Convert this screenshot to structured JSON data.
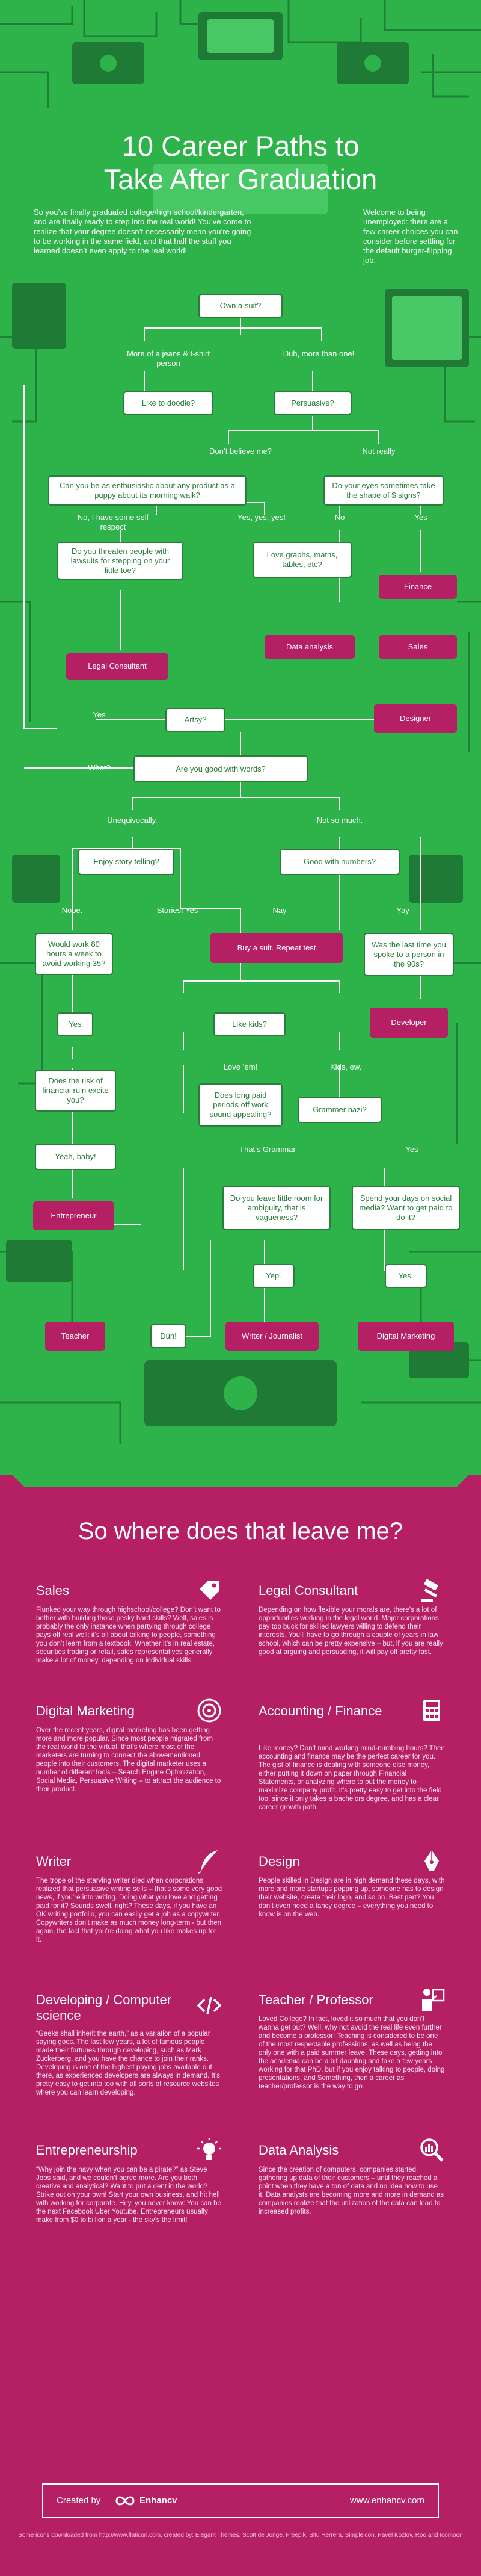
{
  "title": {
    "line1": "10 Career Paths to",
    "line2": "Take After Graduation"
  },
  "intro": {
    "left": "So you’ve finally graduated college/high school/kindergarten, and are finally ready to step into the real world! You’ve come to realize that your degree doesn’t necessarily mean you’re going to be working in the same field, and that half the stuff you learned doesn’t even apply to the real world!",
    "right": "Welcome to being unemployed: there are a few career choices you can consider before settling for the default burger-flipping job."
  },
  "flow": {
    "own_suit": "Own a suit?",
    "jeans": "More of a jeans & t-shirt person",
    "duh": "Duh, more than one!",
    "like_doodle": "Like to doodle?",
    "persuasive": "Persuasive?",
    "dont_believe": "Don’t believe me?",
    "not_really": "Not really",
    "puppy": "Can you be as enthusiastic about any product as a puppy about its morning walk?",
    "eyes_shape": "Do your eyes sometimes take the shape of $ signs?",
    "no_self_respect": "No, I have some self respect",
    "yes_yes": "Yes, yes, yes!",
    "no1": "No",
    "yes1": "Yes",
    "threaten": "Do you threaten people with lawsuits for stepping on your little toe?",
    "love_graphs": "Love graphs, maths, tables, etc?",
    "legal": "Legal Consultant",
    "data_analysis": "Data analysis",
    "finance": "Finance",
    "sales": "Sales",
    "yes_artsy": "Yes",
    "artsy": "Artsy?",
    "designer": "Designer",
    "what": "What?",
    "good_words": "Are you good with words?",
    "unequivocally": "Unequivocally.",
    "not_so_much": "Not so much.",
    "story": "Enjoy story telling?",
    "good_numbers": "Good with numbers?",
    "nope": "Nope.",
    "stories_yes": "Stories! Yes",
    "nay": "Nay",
    "yay": "Yay",
    "work80": "Would work 80 hours a week to avoid working 35?",
    "buy_suit": "Buy a suit. Repeat test",
    "spoke90s": "Was the last time you spoke to a person in the 90s?",
    "yes_work": "Yes",
    "like_kids": "Like kids?",
    "developer": "Developer",
    "love_em": "Love ’em!",
    "kids_ew": "Kids, ew.",
    "financial_ruin": "Does the risk of financial ruin excite you?",
    "long_periods": "Does long paid periods off work sound appealing?",
    "grammer": "Grammer nazi?",
    "yeah_baby": "Yeah, baby!",
    "thats_grammar": "That’s Grammar",
    "yes_grammar": "Yes",
    "entrepreneur": "Entrepreneur",
    "ambiguity": "Do you leave little room for ambiguity, that is vagueness?",
    "social": "Spend your days on social media? Want to get paid to do it?",
    "yep": "Yep.",
    "yes_social": "Yes.",
    "teacher": "Teacher",
    "duh2": "Duh!",
    "writer_journalist": "Writer / Journalist",
    "digital_marketing": "Digital Marketing"
  },
  "section_title": "So where does that leave me?",
  "careers": [
    {
      "title": "Sales",
      "icon": "price-tag-icon",
      "text": "Flunked your way through highschool/college? Don’t want to bother with building those pesky hard skills? Well, sales is probably the only instance when partying through college pays off real well: it’s all about talking to people, something you don’t learn from a textbook. Whether it’s in real estate, securities trading or retail, sales representatives generally make a lot of money, depending on individual skills"
    },
    {
      "title": "Legal Consultant",
      "icon": "gavel-icon",
      "text": "Depending on how flexible your morals are, there’s a lot of opportunities working in the legal world. Major corporations pay top buck for skilled lawyers willing to defend their interests. You’ll have to go through a couple of years in law school, which can be pretty expensive – but, if you are really good at arguing and persuading, it will pay off pretty fast."
    },
    {
      "title": "Digital Marketing",
      "icon": "target-icon",
      "text": "Over the recent years, digital marketing has been getting more and more popular. Since most people migrated from the real world to the virtual, that’s where most of the marketers are turning to connect the abovementioned people into their customers. The digital marketer uses a number of different tools – Search Engine Optimization, Social Media, Persuasive Writing – to attract the audience to their product."
    },
    {
      "title": "Accounting / Finance",
      "icon": "calculator-icon",
      "text": "Like money? Don’t mind working mind-numbing hours? Then accounting and finance may be the perfect career for you. The gist of finance is dealing with someone else money, either putting it down on paper through Financial Statements, or analyzing where to put the money to maximize company profit. It’s pretty easy to get into the field too, since it only takes a bachelors degree, and has a clear career growth path."
    },
    {
      "title": "Writer",
      "icon": "quill-icon",
      "text": "The trope of the starving writer died when corporations realized that persuasive writing sells – that’s some very good news, if you’re into writing. Doing what you love and getting paid for it? Sounds swell, right? These days, if you have an OK writing portfolio, you can easily get a job as a copywriter. Copywriters don’t make as much money long-term - but then again, the fact that you’re doing what you like makes up for it."
    },
    {
      "title": "Design",
      "icon": "pen-tool-icon",
      "text": "People skilled in Design are in high demand these days, with more and more startups popping up, someone has to design their website, create their logo, and so on. Best part? You don’t even need a fancy degree – everything you need to know is on the web."
    },
    {
      "title": "Developing / Computer science",
      "icon": "code-icon",
      "text": "“Geeks shall inherit the earth,” as a variation of a popular saying goes. The last few years, a lot of famous people made their fortunes through developing, such as Mark Zuckerberg, and you have the chance to join their ranks. Developing is one of the highest paying jobs available out there, as experienced developers are always in demand. It’s pretty easy to get into too with all sorts of resource websites where you can learn developing."
    },
    {
      "title": "Teacher / Professor",
      "icon": "teacher-icon",
      "text": "Loved College? In fact, loved it so much that you don’t wanna get out? Well, why not avoid the real life even further and become a professor! Teaching is considered to be one of the most respectable professions, as well as being the only one with a paid summer leave. These days, getting into the academia can be a bit daunting and take a few years working for that PhD, but if you enjoy talking to people, doing presentations, and Something, then a career as teacher/professor is the way to go."
    },
    {
      "title": "Entrepreneurship",
      "icon": "lightbulb-icon",
      "text": "“Why join the navy when you can be a pirate?” as Steve Jobs said, and we couldn’t agree more. Are you both creative and analytical? Want to put a dent in the world? Strike out on your own! Start your own business, and hit hell with working for corporate. Hey, you never know: You can be the next Facebook Uber Youtube. Entrepreneurs usually make from $0 to billion a year - the sky’s the limit!"
    },
    {
      "title": "Data Analysis",
      "icon": "magnifier-chart-icon",
      "text": "Since the creation of computers, companies started gathering up data of their customers – until they reached a point when they have a ton of data and no idea how to use it. Data analysts are becoming more and more in demand as companies realize that the utilization of the data can lead to increased profits."
    }
  ],
  "footer": {
    "created_by": "Created by",
    "brand": "Enhancv",
    "url": "www.enhancv.com"
  },
  "credits": "Some icons downloaded from http://www.flaticon.com, created by: Elegant Themes, Scott de Jonge, Freepik, Situ Herrera, Simpleicon, Pavel Kozlov, Roo and Icomoon",
  "colors": {
    "green": "#2db34a",
    "magenta": "#b51f64",
    "dark_green": "#1f7a36",
    "white": "#ffffff"
  }
}
